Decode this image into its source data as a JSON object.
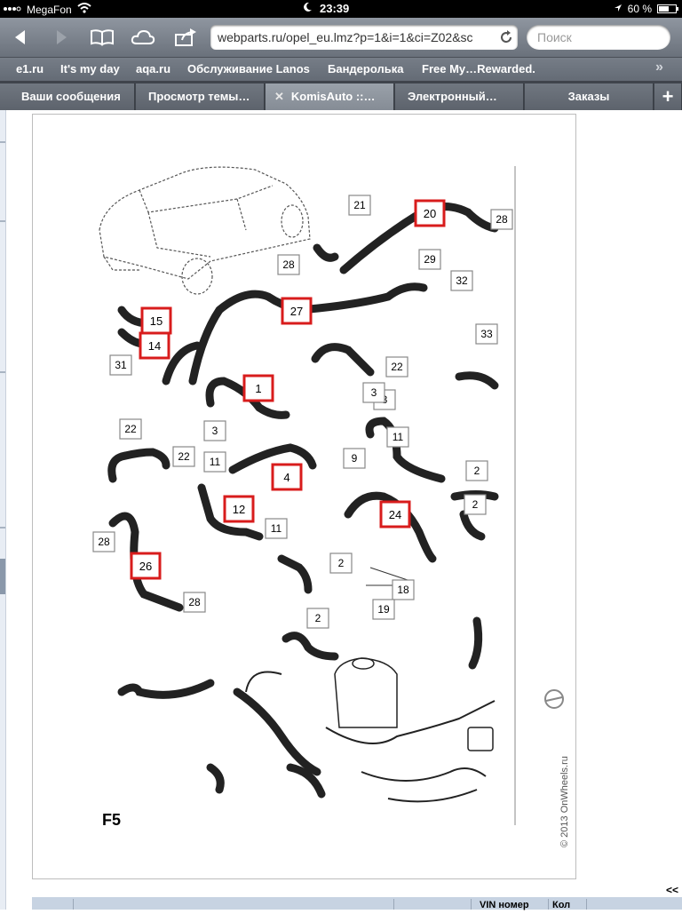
{
  "status": {
    "carrier": "MegaFon",
    "time": "23:39",
    "battery_text": "60 %",
    "battery_level": 0.6
  },
  "browser": {
    "url": "webparts.ru/opel_eu.lmz?p=1&i=1&ci=Z02&sc",
    "search_placeholder": "Поиск",
    "bookmarks": [
      "e1.ru",
      "It's my day",
      "aqa.ru",
      "Обслуживание Lanos",
      "Бандеролька",
      "Free My…Rewarded."
    ],
    "bookmarks_more": "»",
    "tabs": [
      {
        "label": "Ваши сообщения",
        "active": false
      },
      {
        "label": "Просмотр темы…",
        "active": false
      },
      {
        "label": "KomisAuto ::…",
        "active": true
      },
      {
        "label": "Электронный…",
        "active": false
      },
      {
        "label": "Заказы",
        "active": false
      }
    ],
    "tab_close": "✕",
    "new_tab": "+"
  },
  "diagram": {
    "figure_code": "F5",
    "copyright": "© 2013 OnWheels.ru",
    "callouts_highlighted": [
      "20",
      "27",
      "15",
      "14",
      "1",
      "4",
      "12",
      "24",
      "26"
    ],
    "callouts": [
      "21",
      "28",
      "28",
      "29",
      "32",
      "33",
      "31",
      "22",
      "3",
      "3",
      "3",
      "11",
      "22",
      "22",
      "11",
      "9",
      "2",
      "2",
      "11",
      "2",
      "18",
      "19",
      "2",
      "28",
      "28"
    ]
  },
  "table": {
    "pager": "<<",
    "headers": [
      "VIN номер",
      "Кол"
    ]
  }
}
